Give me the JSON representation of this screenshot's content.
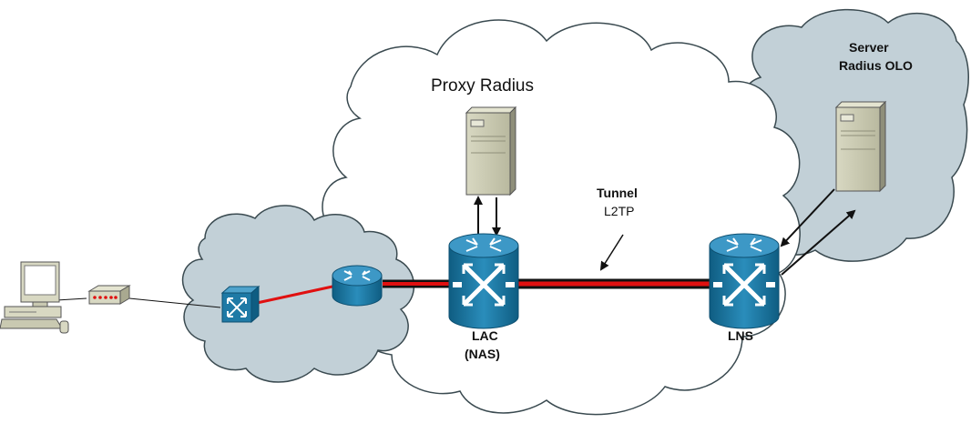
{
  "labels": {
    "proxy_radius": "Proxy Radius",
    "server_radius_line1": "Server",
    "server_radius_line2": "Radius OLO",
    "tunnel_line1": "Tunnel",
    "tunnel_line2": "L2TP",
    "lac_line1": "LAC",
    "lac_line2": "(NAS)",
    "lns": "LNS"
  },
  "colors": {
    "cloud_fill": "#c2d0d7",
    "cloud_stroke": "#3a4a50",
    "device_blue": "#1f7aa6",
    "device_blue_dark": "#0f5d82",
    "tunnel_red": "#e01010",
    "server_body": "#c9c9b1",
    "server_dark": "#8f8f7a"
  },
  "icons": [
    "pc-icon",
    "modem-icon",
    "switch-icon",
    "router-icon",
    "lac-router-icon",
    "lns-router-icon",
    "proxy-radius-server-icon",
    "radius-olo-server-icon"
  ]
}
